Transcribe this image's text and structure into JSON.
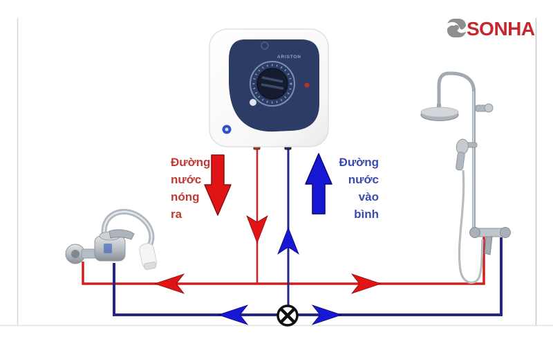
{
  "brand": {
    "logo_text": "SONHA",
    "logo_color": "#c4282e",
    "logo_icon": "sonha-swirl-icon"
  },
  "heater": {
    "brand_label": "ARISTON"
  },
  "labels": {
    "hot": {
      "line1": "Đường",
      "line2": "nước",
      "line3": "nóng",
      "line4": "ra",
      "arrow_direction": "down"
    },
    "cold": {
      "line1": "Đường",
      "line2": "nước",
      "line3": "vào",
      "line4": "bình",
      "arrow_direction": "up"
    }
  },
  "colors": {
    "hot_pipe": "#cf2020",
    "cold_pipe": "#26268a",
    "hot_arrow": "#e01414",
    "cold_arrow": "#1717d4",
    "hot_label_text": "#c03a33",
    "cold_label_text": "#3a4bb0",
    "heater_panel": "#2d3c64",
    "valve_stroke": "#101010"
  },
  "components": {
    "heater": "electric-water-heater",
    "faucet": "wall-mount-mixer-faucet",
    "shower": "rain-shower-column",
    "valve": "main-shutoff-valve"
  }
}
